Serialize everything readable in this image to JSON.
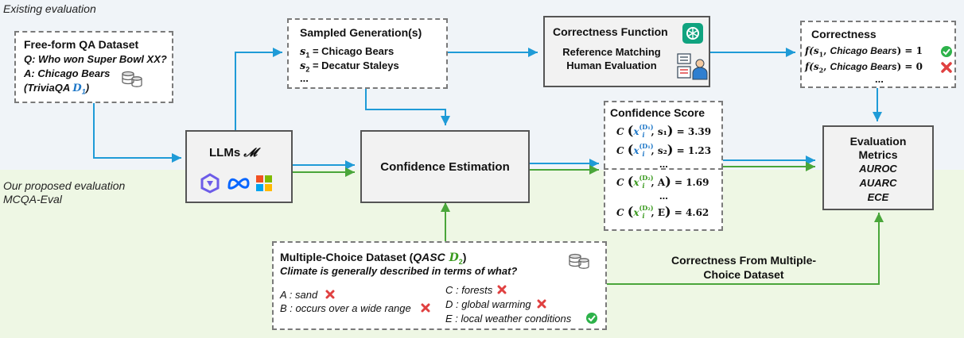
{
  "regions": {
    "existing": "Existing evaluation",
    "proposed_line1": "Our proposed evaluation",
    "proposed_line2": "MCQA-Eval"
  },
  "freeform": {
    "title": "Free-form QA Dataset",
    "q": "Q: Who won Super Bowl XX?",
    "a1": "A: Chicago Bears",
    "a2_prefix": "(TriviaQA ",
    "a2_symbol": "D",
    "a2_sub": "1",
    "a2_suffix": ")"
  },
  "sampled": {
    "title": "Sampled Generation(s)",
    "s1_var": "s",
    "s1_sub": "1",
    "s1_text": " = Chicago Bears",
    "s2_var": "s",
    "s2_sub": "2",
    "s2_text": " = Decatur Staleys",
    "more": "..."
  },
  "correctness_fn": {
    "title": "Correctness Function",
    "line1": "Reference Matching",
    "line2": "Human Evaluation"
  },
  "correctness": {
    "title": "Correctness",
    "row1_prefix": "f(s",
    "row1_sub": "1",
    "row1_mid": ", ",
    "row1_ans": "Chicago Bears",
    "row1_suffix": ") = 1",
    "row2_prefix": "f(s",
    "row2_sub": "2",
    "row2_mid": ", ",
    "row2_ans": "Chicago Bears",
    "row2_suffix": ") = 0",
    "more": "..."
  },
  "llms": {
    "title": "LLMs ",
    "symbol": "𝓜"
  },
  "confidence_estimation": {
    "title": "Confidence Estimation"
  },
  "confidence_score": {
    "title": "Confidence Score",
    "rows": [
      {
        "arg": "s₁",
        "sup": "(D₁)",
        "value": "= 3.39",
        "color": "#1f78c8"
      },
      {
        "arg": "s₂",
        "sup": "(D₁)",
        "value": "= 1.23",
        "color": "#1f78c8"
      },
      {
        "arg": "A",
        "sup": "(D₂)",
        "value": "= 1.69",
        "color": "#3a9a1e"
      },
      {
        "arg": "E",
        "sup": "(D₂)",
        "value": "= 4.62",
        "color": "#3a9a1e"
      }
    ],
    "dots": "...",
    "C": "C",
    "x": "x",
    "i": "i"
  },
  "metrics": {
    "title1": "Evaluation",
    "title2": "Metrics",
    "m1": "AUROC",
    "m2": "AUARC",
    "m3": "ECE"
  },
  "mcq": {
    "title_prefix": "Multiple-Choice Dataset (",
    "title_name": "QASC",
    "title_symbol": " D",
    "title_sub": "2",
    "title_suffix": ")",
    "question": "Climate is generally described in terms of what?",
    "optA": "A : sand",
    "optB": "B : occurs over a wide range",
    "optC": "C : forests",
    "optD": "D : global warming",
    "optE": "E : local weather conditions"
  },
  "correctness_from_mc": {
    "line1": "Correctness From Multiple-",
    "line2": "Choice Dataset"
  },
  "colors": {
    "blue": "#1f9bd7",
    "green": "#4aa63a",
    "cross": "#e04040",
    "check": "#2db24a"
  }
}
